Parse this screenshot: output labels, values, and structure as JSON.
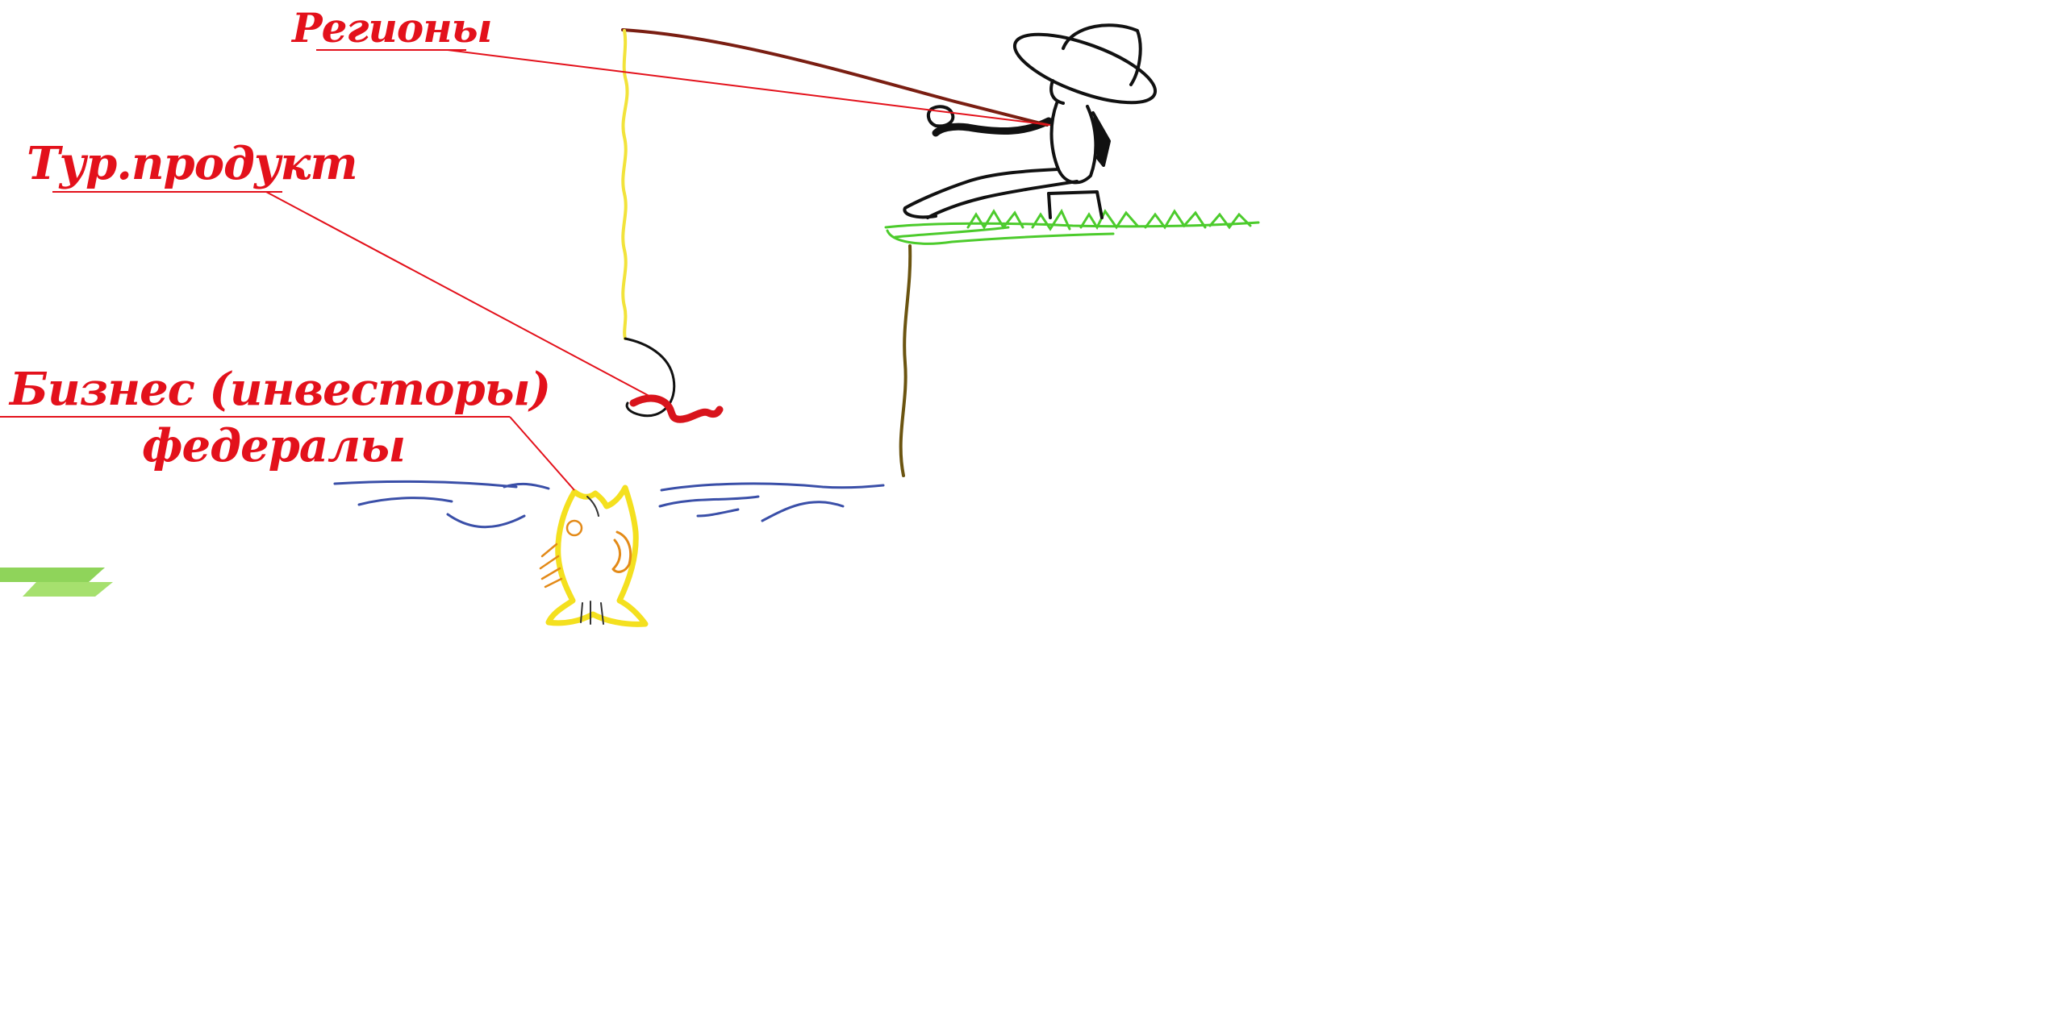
{
  "labels": {
    "regions": "Регионы",
    "tour_product": "Тур.продукт",
    "business_investors": "Бизнес (инвесторы)",
    "federals": "федералы"
  },
  "colors": {
    "label_text": "#e3111b",
    "pointer_line": "#e3111b",
    "fishing_rod": "#7a1e12",
    "fishing_line": "#f2e33a",
    "hook": "#111111",
    "bait_worm": "#d8141c",
    "fish_body": "#f4e01f",
    "fish_fins": "#e38a18",
    "water": "#3a4fa8",
    "grass": "#4ccb2c",
    "cliff_edge": "#6b5410",
    "fisherman": "#111111",
    "corner_arrow": "#8fd45a"
  },
  "icons": {
    "fisherman": "fisherman-figure",
    "fish": "fish-figure",
    "bait": "worm-bait",
    "hook": "fish-hook"
  }
}
